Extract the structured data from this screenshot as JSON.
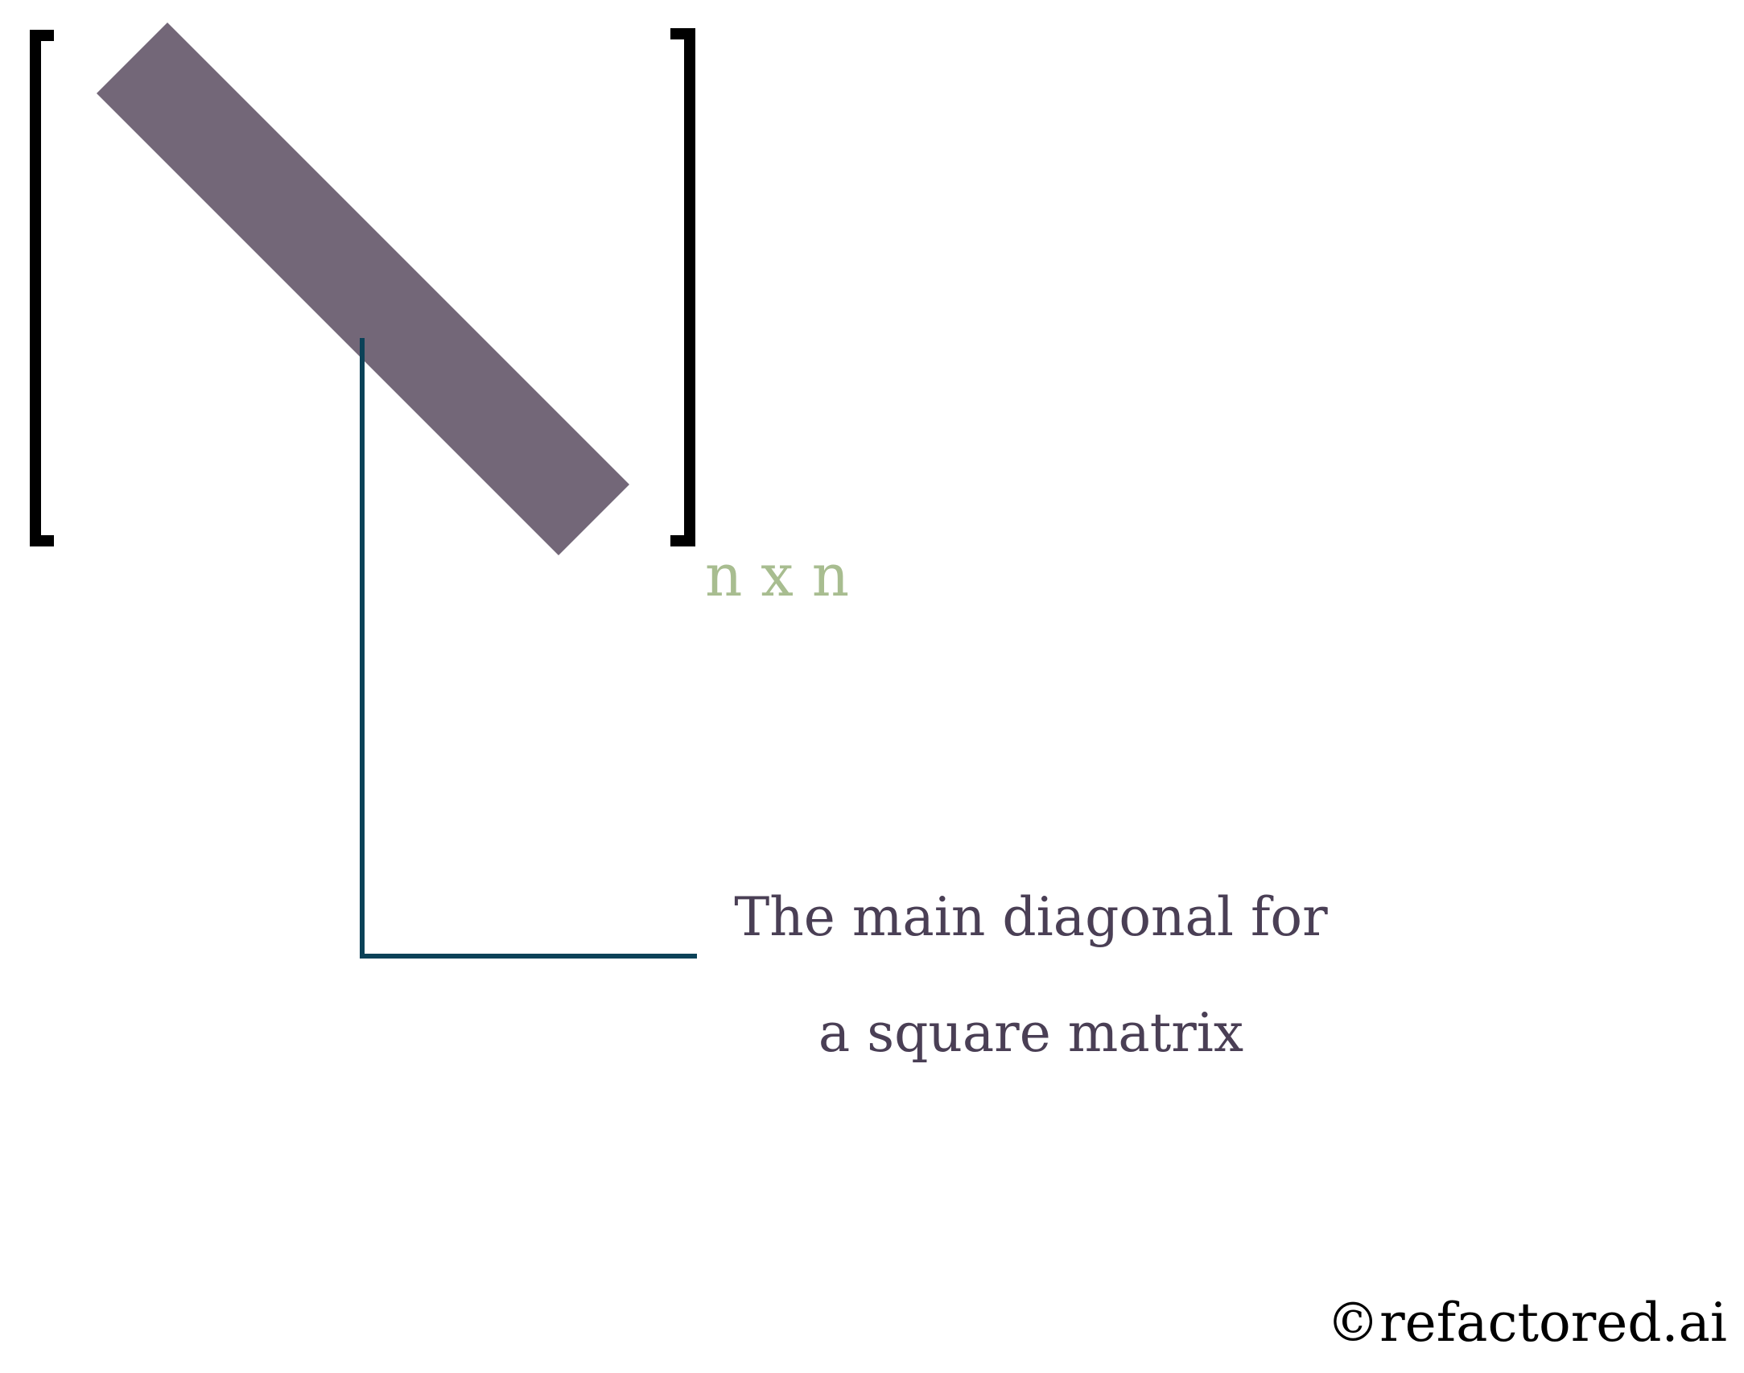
{
  "diagram": {
    "size_label": "n x n",
    "caption_line1": "The main diagonal for",
    "caption_line2": "a square matrix",
    "watermark": "©refactored.ai"
  },
  "colors": {
    "bracket": "#000000",
    "diagonal_band": "#736778",
    "size_label": "#a8bd90",
    "callout_line": "#0b4258",
    "caption": "#4a3f55",
    "watermark": "#000000"
  }
}
